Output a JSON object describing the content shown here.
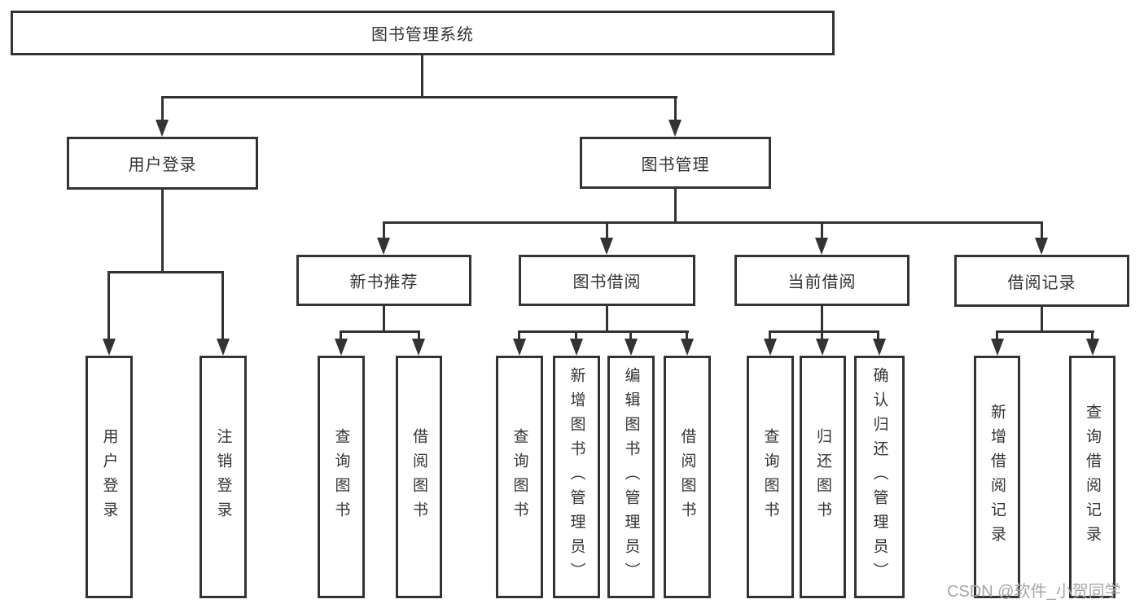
{
  "diagram": {
    "title_node": "图书管理系统",
    "tree": {
      "label": "图书管理系统",
      "children": [
        {
          "label": "用户登录",
          "children": [
            {
              "label": "用户登录"
            },
            {
              "label": "注销登录"
            }
          ]
        },
        {
          "label": "图书管理",
          "children": [
            {
              "label": "新书推荐",
              "children": [
                {
                  "label": "查询图书"
                },
                {
                  "label": "借阅图书"
                }
              ]
            },
            {
              "label": "图书借阅",
              "children": [
                {
                  "label": "查询图书"
                },
                {
                  "label": "新增图书（管理员）"
                },
                {
                  "label": "编辑图书（管理员）"
                },
                {
                  "label": "借阅图书"
                }
              ]
            },
            {
              "label": "当前借阅",
              "children": [
                {
                  "label": "查询图书"
                },
                {
                  "label": "归还图书"
                },
                {
                  "label": "确认归还（管理员）"
                }
              ]
            },
            {
              "label": "借阅记录",
              "children": [
                {
                  "label": "新增借阅记录"
                },
                {
                  "label": "查询借阅记录"
                }
              ]
            }
          ]
        }
      ]
    },
    "colors": {
      "line": "#333333",
      "text": "#333333",
      "background": "#ffffff",
      "watermark": "#aaa5a0"
    }
  },
  "watermark": {
    "text": "CSDN @软件_小贺同学"
  }
}
